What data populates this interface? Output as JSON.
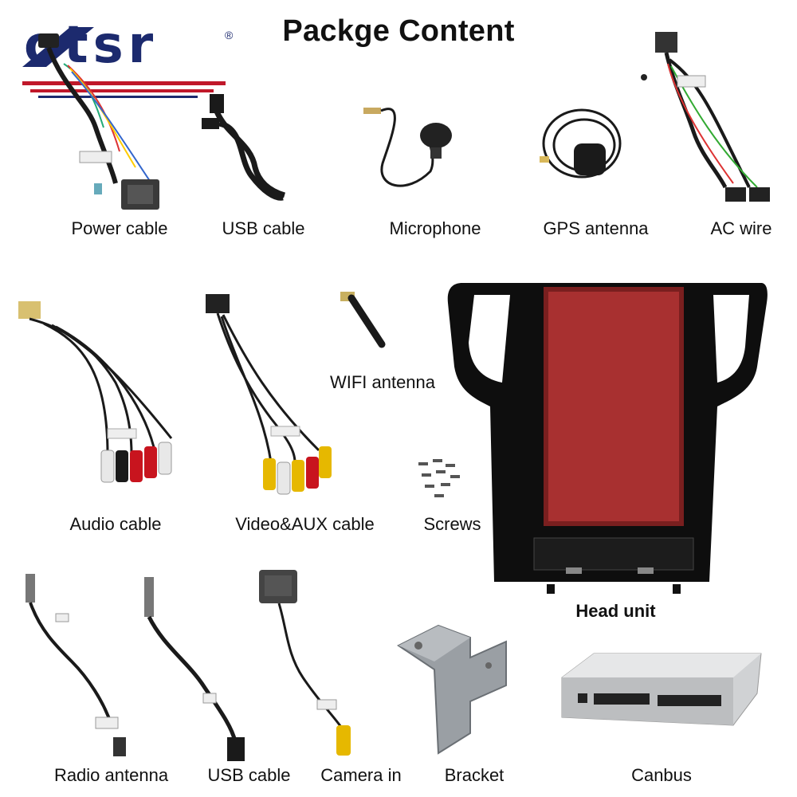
{
  "brand": {
    "logo_text": "otsr",
    "registered": "®"
  },
  "title": "Packge Content",
  "items": [
    {
      "label": "Power cable"
    },
    {
      "label": "USB cable"
    },
    {
      "label": "Microphone"
    },
    {
      "label": "GPS antenna"
    },
    {
      "label": "AC wire"
    },
    {
      "label": "Audio cable"
    },
    {
      "label": "Video&AUX cable"
    },
    {
      "label": "WIFI antenna"
    },
    {
      "label": "Screws"
    },
    {
      "label": "Head unit"
    },
    {
      "label": "Radio antenna"
    },
    {
      "label": "USB cable"
    },
    {
      "label": "Camera in"
    },
    {
      "label": "Bracket"
    },
    {
      "label": "Canbus"
    }
  ],
  "colors": {
    "brand_blue": "#1c2a6e",
    "brand_red": "#c0182a",
    "cable": "#1a1a1a",
    "rca_red": "#c8141e",
    "rca_yellow": "#e6b800",
    "rca_white": "#e8e8e8"
  }
}
